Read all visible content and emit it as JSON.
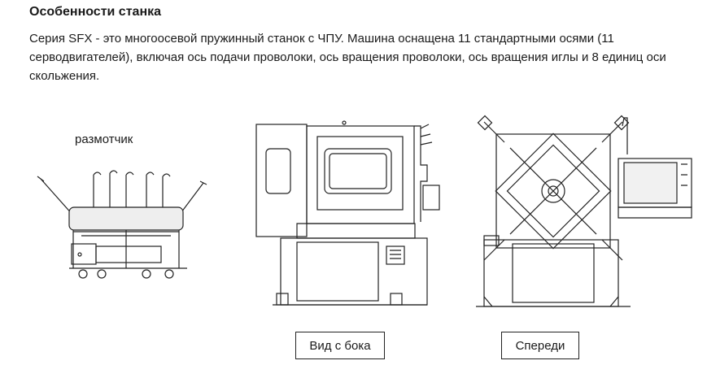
{
  "heading": "Особенности станка",
  "description": "Серия SFX - это многоосевой пружинный станок с ЧПУ. Машина оснащена 11 стандартными осями (11 серводвигателей), включая ось подачи проволоки, ось вращения проволоки, ось вращения иглы и 8 единиц оси скольжения.",
  "figures": {
    "uncoiler_label": "размотчик",
    "side_view_label": "Вид с бока",
    "front_view_label": "Спереди"
  }
}
